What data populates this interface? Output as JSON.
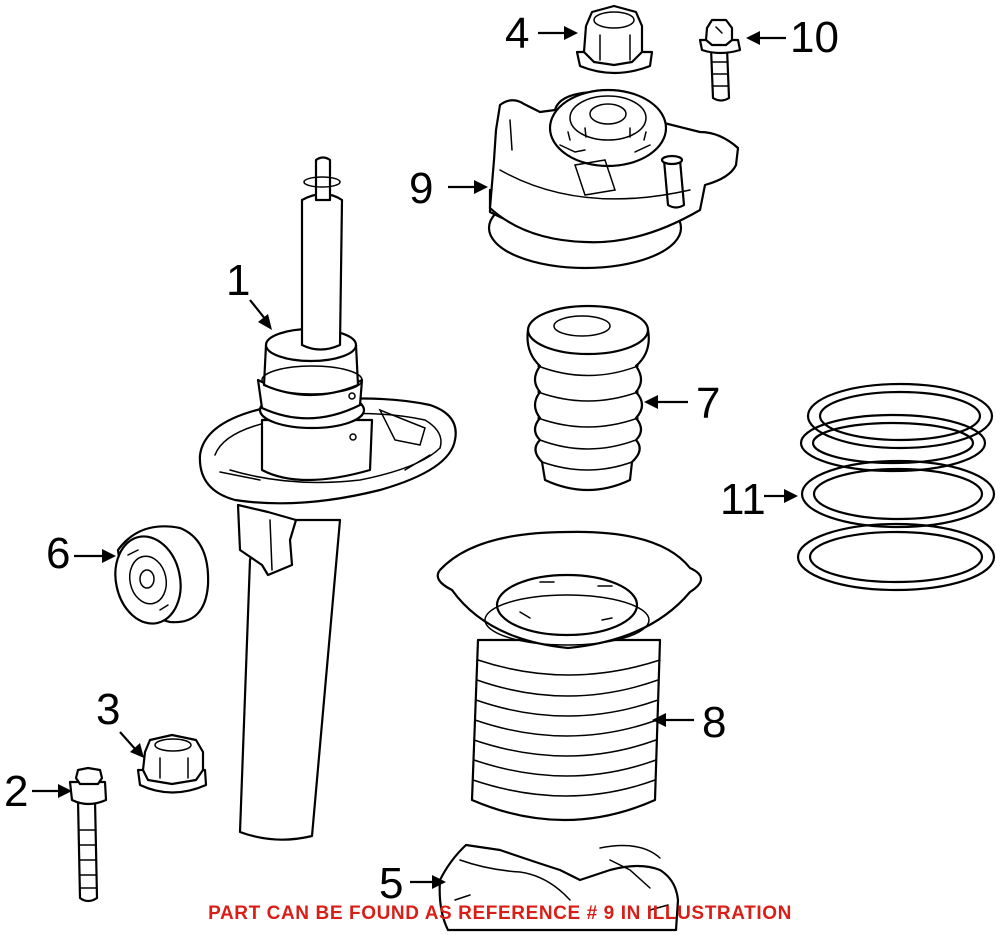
{
  "callouts": {
    "c1": "1",
    "c2": "2",
    "c3": "3",
    "c4": "4",
    "c5": "5",
    "c6": "6",
    "c7": "7",
    "c8": "8",
    "c9": "9",
    "c10": "10",
    "c11": "11"
  },
  "footnote": "PART CAN BE FOUND AS REFERENCE # 9 IN ILLUSTRATION",
  "colors": {
    "footnote": "#d91e18",
    "line": "#000000",
    "background": "#ffffff"
  }
}
